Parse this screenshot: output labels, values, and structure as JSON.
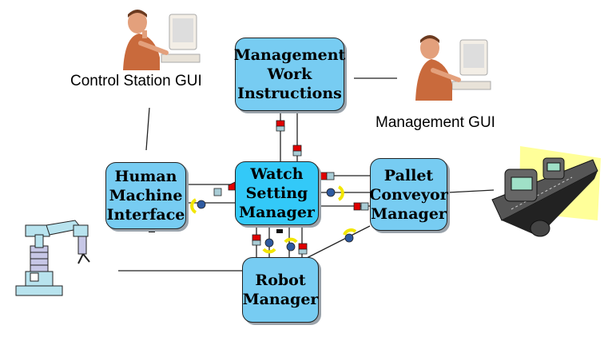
{
  "components": {
    "management_work_instructions": "Management\nWork\nInstructions",
    "human_machine_interface": "Human\nMachine\nInterface",
    "watch_setting_manager": "Watch\nSetting\nManager",
    "pallet_conveyor_manager": "Pallet\nConveyor\nManager",
    "robot_manager": "Robot\nManager"
  },
  "actors": {
    "control_station_gui": "Control Station GUI",
    "management_gui": "Management GUI"
  },
  "icons": {
    "operator": "person-at-computer-icon",
    "manager": "person-at-computer-icon",
    "robot_arm": "robot-arm-icon",
    "conveyor": "watch-conveyor-icon"
  },
  "colors": {
    "component_fill": "#77ccf2",
    "selected_component_fill": "#33c9f8",
    "required_port": "#e00000",
    "provided_port": "#a9cdd6",
    "provided_interface": "#2e5aa0",
    "required_interface": "#f2e600",
    "conveyor_highlight": "#ffff99"
  }
}
